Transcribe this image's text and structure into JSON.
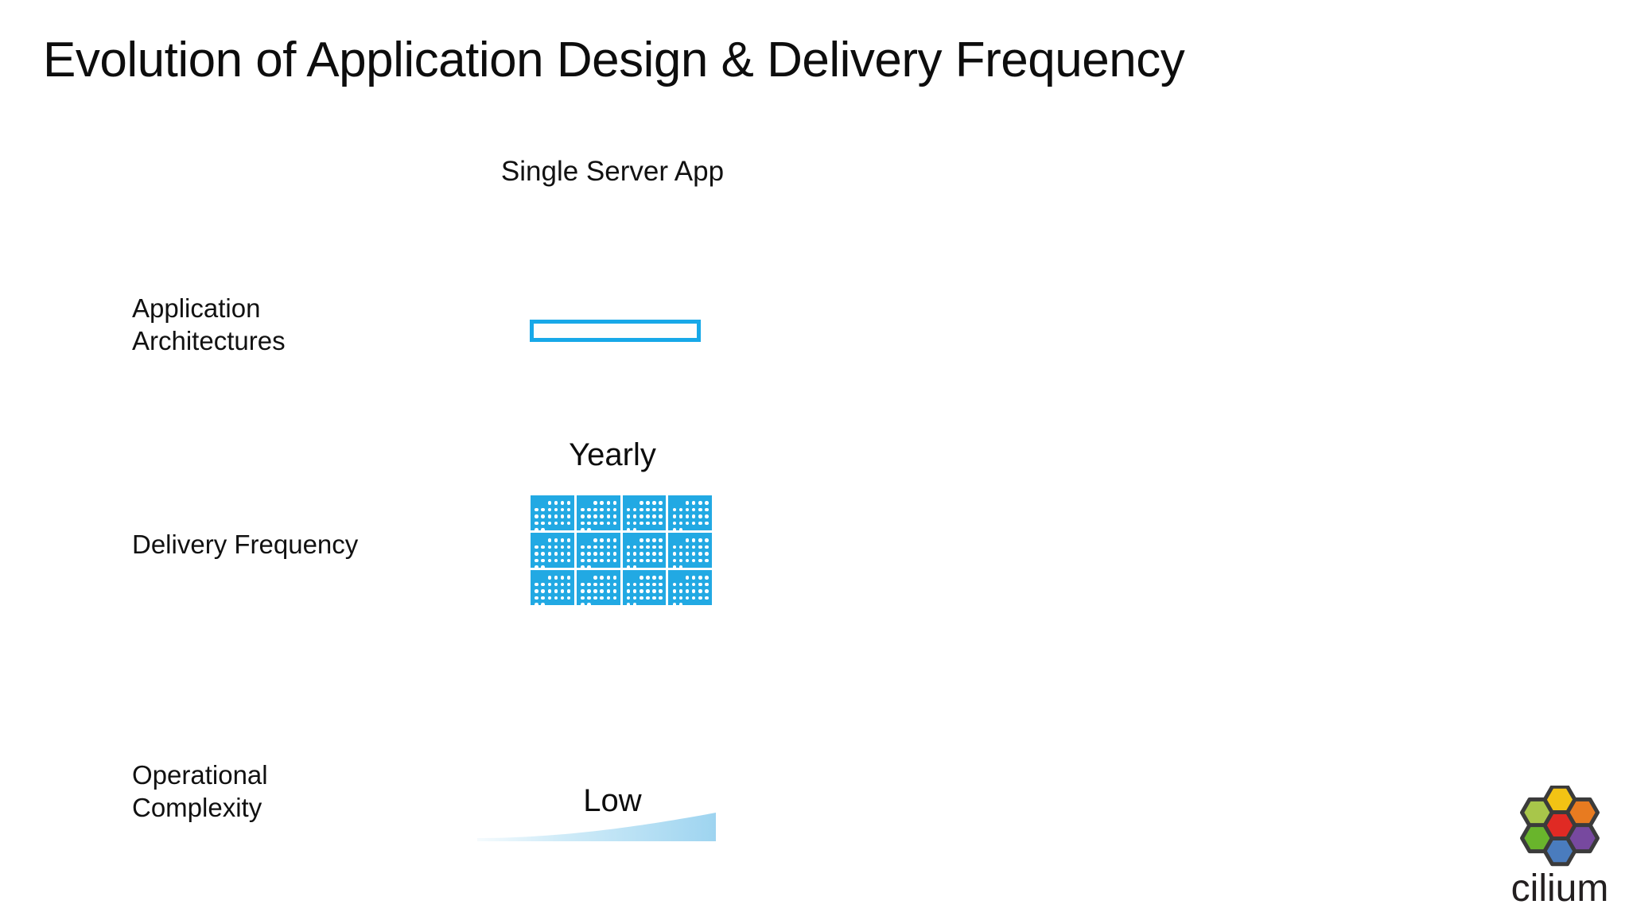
{
  "slide": {
    "title": "Evolution of Application Design & Delivery Frequency",
    "background_color": "#ffffff"
  },
  "colors": {
    "accent_blue": "#17a8e8",
    "calendar_blue": "#22a9e3",
    "curve_blue": "#a9dbf2",
    "text": "#111111"
  },
  "row_labels": {
    "application_architectures": "Application\nArchitectures",
    "delivery_frequency": "Delivery Frequency",
    "operational_complexity": "Operational\nComplexity"
  },
  "columns": [
    {
      "id": "single-server",
      "heading": "Single Server\nApp",
      "architecture": {
        "shape": "hollow-rectangle",
        "fill": "#fdfdfd",
        "border_color": "#17a8e8"
      },
      "delivery_frequency": {
        "caption": "Yearly",
        "icon": "calendar-grid",
        "months_shown": 12,
        "grid_rows": 3,
        "grid_columns": 4
      },
      "operational_complexity": {
        "caption": "Low",
        "icon": "rising-curve"
      }
    }
  ],
  "calendar": {
    "month_day_pattern": [
      [
        0,
        0,
        1,
        1,
        1,
        1
      ],
      [
        1,
        1,
        1,
        1,
        1,
        1
      ],
      [
        1,
        1,
        1,
        1,
        1,
        1
      ],
      [
        1,
        1,
        1,
        1,
        1,
        1
      ],
      [
        1,
        1,
        0,
        0,
        0,
        0
      ]
    ]
  },
  "logo": {
    "name": "cilium",
    "wordmark": "cilium",
    "hexagons": [
      {
        "position": "top",
        "color": "#f2c314"
      },
      {
        "position": "top-left",
        "color": "#a8c64a"
      },
      {
        "position": "top-right",
        "color": "#e87b20"
      },
      {
        "position": "center",
        "color": "#e02a24"
      },
      {
        "position": "bottom-left",
        "color": "#69b52c"
      },
      {
        "position": "bottom-right",
        "color": "#77499f"
      },
      {
        "position": "bottom",
        "color": "#4a7cbe"
      }
    ],
    "outline_color": "#3b3b3b"
  },
  "chart_data": {
    "type": "table",
    "title": "Evolution of Application Design & Delivery Frequency",
    "row_categories": [
      "Application Architectures",
      "Delivery Frequency",
      "Operational Complexity"
    ],
    "categories": [
      "Single Server App"
    ],
    "series": [
      {
        "name": "Application Architectures",
        "values": [
          "single hollow bar"
        ]
      },
      {
        "name": "Delivery Frequency",
        "values": [
          "Yearly"
        ]
      },
      {
        "name": "Operational Complexity",
        "values": [
          "Low"
        ]
      }
    ],
    "annotations": [
      "Yearly",
      "Low",
      "Single Server App"
    ],
    "grid": false,
    "legend": "none"
  }
}
